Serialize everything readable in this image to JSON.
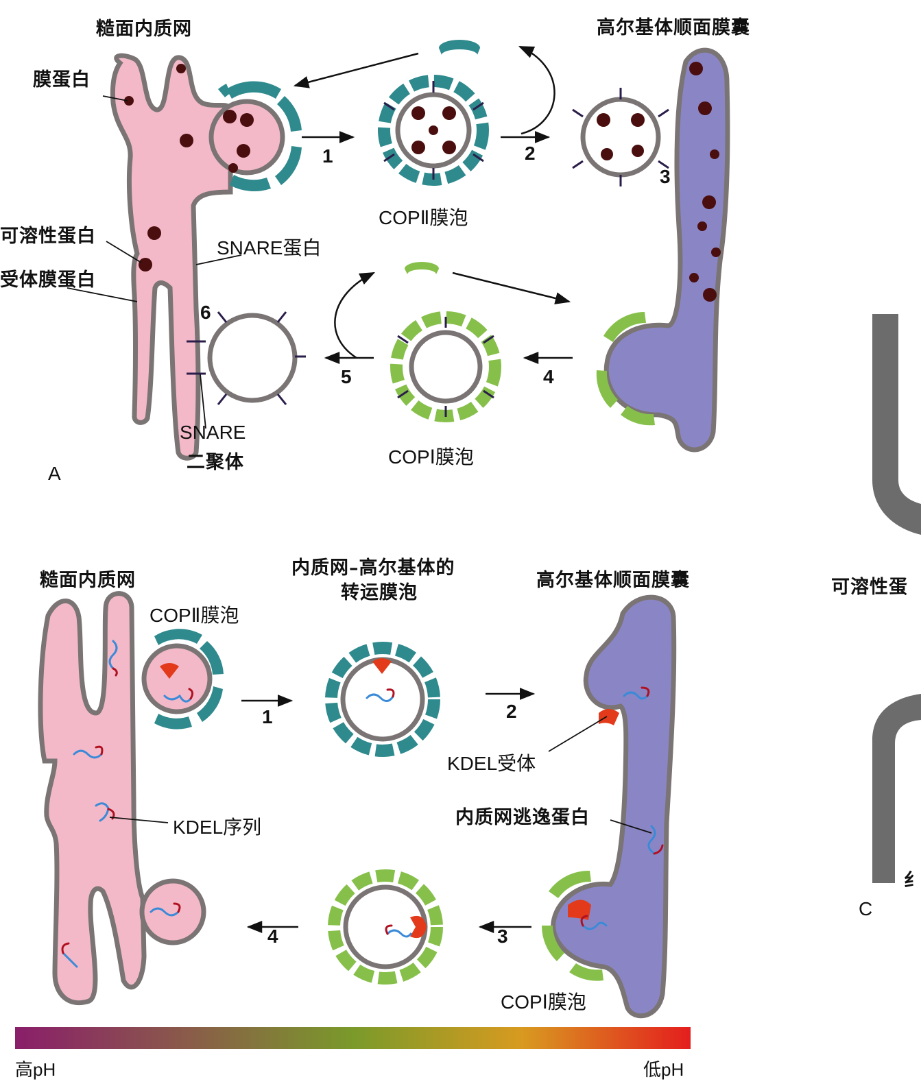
{
  "panel_a": {
    "title_er": "糙面内质网",
    "title_golgi": "高尔基体顺面膜囊",
    "label_membrane_protein": "膜蛋白",
    "label_soluble_protein": "可溶性蛋白",
    "label_receptor_protein": "受体膜蛋白",
    "label_snare_protein": "SNARE蛋白",
    "label_snare_dimer_1": "SNARE",
    "label_snare_dimer_2": "二聚体",
    "label_copii_vesicle": "COPⅡ膜泡",
    "label_copi_vesicle": "COPⅠ膜泡",
    "steps": [
      "1",
      "2",
      "3",
      "4",
      "5",
      "6"
    ],
    "panel_letter": "A"
  },
  "panel_b": {
    "title_er": "糙面内质网",
    "title_transport_1": "内质网–高尔基体的",
    "title_transport_2": "转运膜泡",
    "title_golgi": "高尔基体顺面膜囊",
    "label_copii_vesicle": "COPⅡ膜泡",
    "label_kdel_receptor": "KDEL受体",
    "label_kdel_sequence": "KDEL序列",
    "label_escaped_protein": "内质网逃逸蛋白",
    "label_copi_vesicle": "COPⅠ膜泡",
    "steps": [
      "1",
      "2",
      "3",
      "4"
    ]
  },
  "ph_scale": {
    "high": "高pH",
    "low": "低pH",
    "colors": [
      "#8a1e6a",
      "#8a6a3a",
      "#7a9a2a",
      "#d89a20",
      "#e41e1e"
    ]
  },
  "panel_c": {
    "label_partial": "可溶性蛋",
    "label_partial_2": "纟",
    "panel_letter": "C"
  },
  "colors": {
    "er": "#f3b9c8",
    "golgi": "#8a86c6",
    "membrane": "#7a7474",
    "copii_coat": "#2f8a8e",
    "copi_coat": "#86c04a",
    "protein_dark": "#4a0e0e",
    "snare": "#2a1d4a",
    "kdel_receptor": "#e23a1a"
  }
}
